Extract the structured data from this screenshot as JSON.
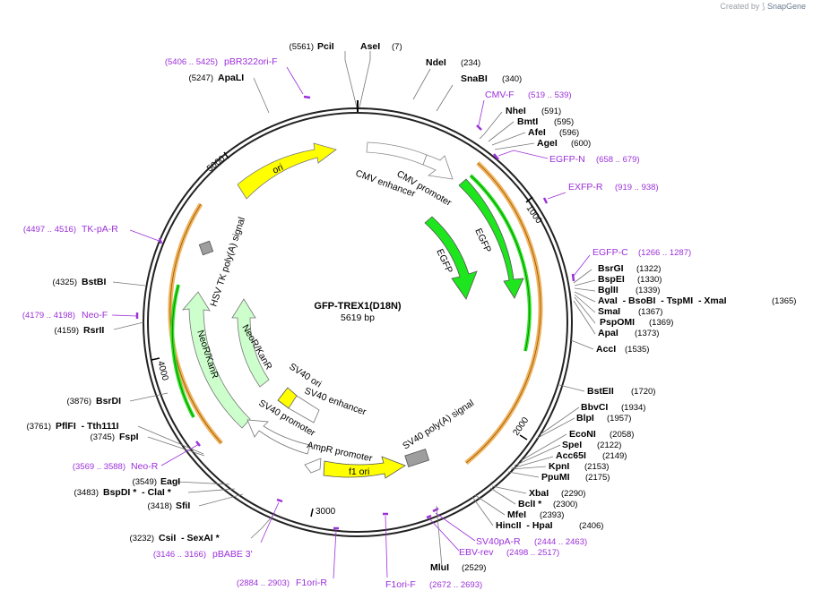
{
  "credit": {
    "prefix": "Created by",
    "brand": "SnapGene"
  },
  "plasmid": {
    "name": "GFP-TREX1(D18N)",
    "length": "5619 bp"
  },
  "ticks": [
    "1000",
    "2000",
    "3000",
    "4000",
    "5000"
  ],
  "sites": [
    {
      "name": "PciI",
      "pos": "(5561)"
    },
    {
      "name": "AseI",
      "pos": "(7)"
    },
    {
      "name": "NdeI",
      "pos": "(234)"
    },
    {
      "name": "SnaBI",
      "pos": "(340)"
    },
    {
      "name": "NheI",
      "pos": "(591)"
    },
    {
      "name": "BmtI",
      "pos": "(595)"
    },
    {
      "name": "AfeI",
      "pos": "(596)"
    },
    {
      "name": "AgeI",
      "pos": "(600)"
    },
    {
      "name": "BsrGI",
      "pos": "(1322)"
    },
    {
      "name": "BspEI",
      "pos": "(1330)"
    },
    {
      "name": "BglII",
      "pos": "(1339)"
    },
    {
      "name": "AvaI  - BsoBI  - TspMI  - XmaI",
      "pos": "(1365)"
    },
    {
      "name": "SmaI",
      "pos": "(1367)"
    },
    {
      "name": "PspOMI",
      "pos": "(1369)"
    },
    {
      "name": "ApaI",
      "pos": "(1373)"
    },
    {
      "name": "AccI",
      "pos": "(1535)"
    },
    {
      "name": "BstEII",
      "pos": "(1720)"
    },
    {
      "name": "BbvCI",
      "pos": "(1934)"
    },
    {
      "name": "BlpI",
      "pos": "(1957)"
    },
    {
      "name": "EcoNI",
      "pos": "(2058)"
    },
    {
      "name": "SpeI",
      "pos": "(2122)"
    },
    {
      "name": "Acc65I",
      "pos": "(2149)"
    },
    {
      "name": "KpnI",
      "pos": "(2153)"
    },
    {
      "name": "PpuMI",
      "pos": "(2175)"
    },
    {
      "name": "XbaI",
      "pos": "(2290)"
    },
    {
      "name": "BclI *",
      "pos": "(2300)"
    },
    {
      "name": "MfeI",
      "pos": "(2393)"
    },
    {
      "name": "HincII  - HpaI",
      "pos": "(2406)"
    },
    {
      "name": "MluI",
      "pos": "(2529)"
    },
    {
      "name": "CsiI  - SexAI *",
      "pos": "(3232)"
    },
    {
      "name": "SfiI",
      "pos": "(3418)"
    },
    {
      "name": "BspDI *  - ClaI *",
      "pos": "(3483)"
    },
    {
      "name": "EagI",
      "pos": "(3549)"
    },
    {
      "name": "FspI",
      "pos": "(3745)"
    },
    {
      "name": "PflFI  - Tth111I",
      "pos": "(3761)"
    },
    {
      "name": "BsrDI",
      "pos": "(3876)"
    },
    {
      "name": "RsrII",
      "pos": "(4159)"
    },
    {
      "name": "BstBI",
      "pos": "(4325)"
    },
    {
      "name": "ApaLI",
      "pos": "(5247)"
    }
  ],
  "primers": [
    {
      "name": "pBR322ori-F",
      "range": "(5406 .. 5425)"
    },
    {
      "name": "CMV-F",
      "range": "(519 .. 539)"
    },
    {
      "name": "EGFP-N",
      "range": "(658 .. 679)"
    },
    {
      "name": "EXFP-R",
      "range": "(919 .. 938)"
    },
    {
      "name": "EGFP-C",
      "range": "(1266 .. 1287)"
    },
    {
      "name": "SV40pA-R",
      "range": "(2444 .. 2463)"
    },
    {
      "name": "EBV-rev",
      "range": "(2498 .. 2517)"
    },
    {
      "name": "F1ori-F",
      "range": "(2672 .. 2693)"
    },
    {
      "name": "F1ori-R",
      "range": "(2884 .. 2903)"
    },
    {
      "name": "pBABE 3'",
      "range": "(3146 .. 3166)"
    },
    {
      "name": "Neo-R",
      "range": "(3569 .. 3588)"
    },
    {
      "name": "Neo-F",
      "range": "(4179 .. 4198)"
    },
    {
      "name": "TK-pA-R",
      "range": "(4497 .. 4516)"
    }
  ],
  "features": {
    "cmv_enhancer": "CMV enhancer",
    "cmv_promoter": "CMV promoter",
    "egfp_outer": "EGFP",
    "egfp_inner": "EGFP",
    "ori": "ori",
    "hsv_tk": "HSV TK poly(A) signal",
    "neo_outer": "NeoR/KanR",
    "neo_inner": "NeoR/KanR",
    "sv40_ori": "SV40 ori",
    "sv40_enhancer": "SV40 enhancer",
    "sv40_promoter": "SV40 promoter",
    "ampr_promoter": "AmpR promoter",
    "f1_ori": "f1 ori",
    "sv40_polya": "SV40 poly(A) signal"
  },
  "colors": {
    "backbone": "#222222",
    "egfp": "#1ee61e",
    "ori": "#ffff00",
    "neo": "#ccffcc",
    "orf": "#f3b25d",
    "primer": "#9b30d9",
    "terminator": "#9e9e9e"
  }
}
